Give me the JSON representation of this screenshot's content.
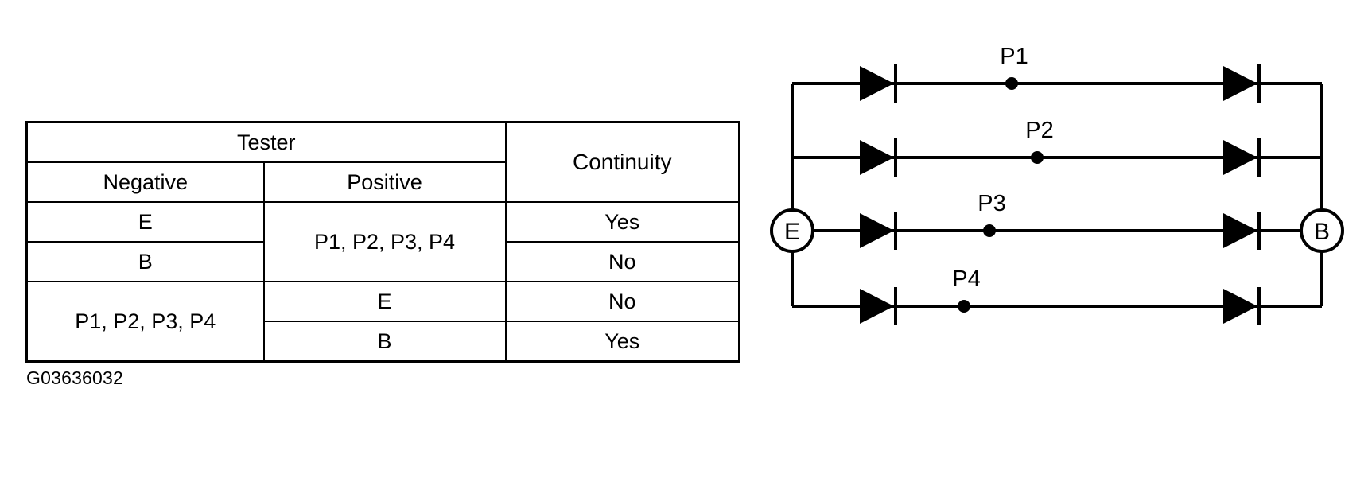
{
  "figure": {
    "caption": "G03636032"
  },
  "table": {
    "group_header": "Tester",
    "columns": [
      "Negative",
      "Positive",
      "Continuity"
    ],
    "rows": [
      {
        "negative": "E",
        "positive": "P1, P2, P3, P4",
        "continuity": "Yes"
      },
      {
        "negative": "B",
        "positive": "P1, P2, P3, P4",
        "continuity": "No"
      },
      {
        "negative": "P1, P2, P3, P4",
        "positive": "E",
        "continuity": "No"
      },
      {
        "negative": "P1, P2, P3, P4",
        "positive": "B",
        "continuity": "Yes"
      }
    ],
    "merged": {
      "positive_top": "P1, P2, P3, P4",
      "negative_bottom": "P1, P2, P3, P4"
    }
  },
  "circuit": {
    "left_terminal": "E",
    "right_terminal": "B",
    "branches": [
      {
        "label": "P1"
      },
      {
        "label": "P2"
      },
      {
        "label": "P3"
      },
      {
        "label": "P4"
      }
    ],
    "diodes_per_branch": 2,
    "line_color": "#000000"
  }
}
